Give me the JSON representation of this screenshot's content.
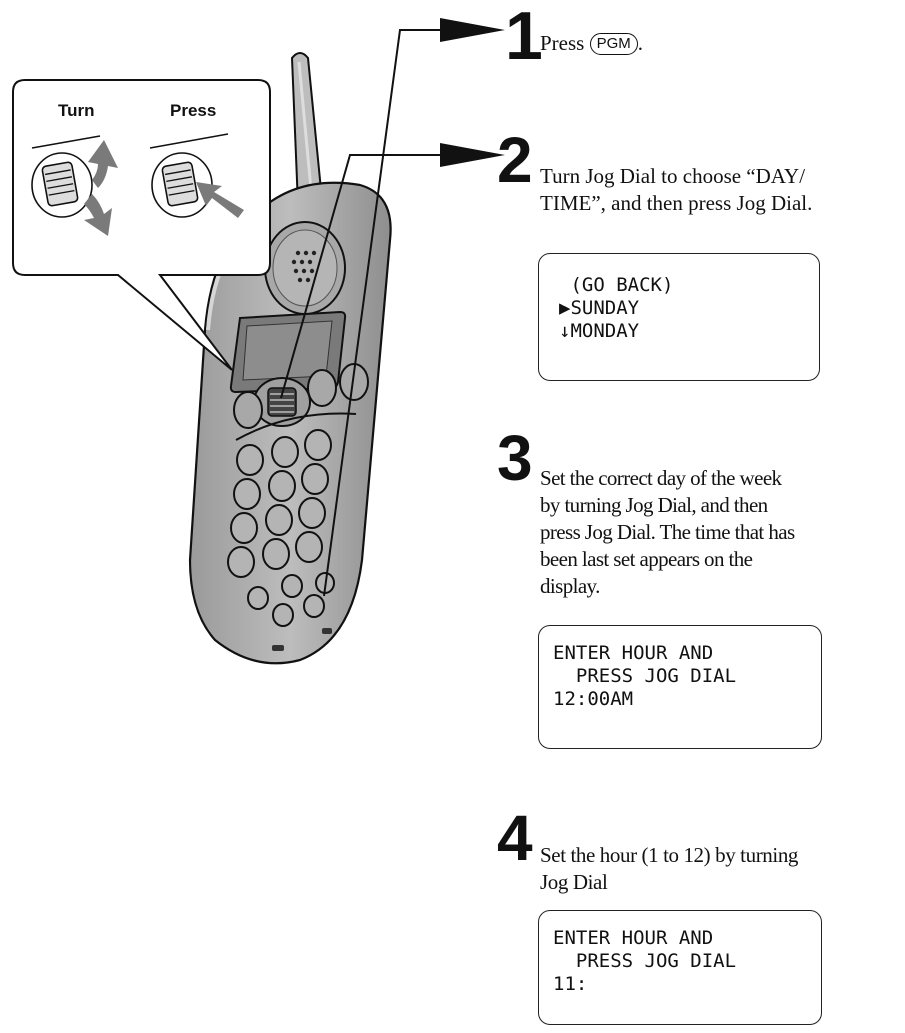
{
  "callout": {
    "turn_label": "Turn",
    "press_label": "Press"
  },
  "steps": [
    {
      "num": "1",
      "text_before": "Press ",
      "key": "PGM",
      "text_after": "."
    },
    {
      "num": "2",
      "lines": [
        "Turn Jog Dial to choose “DAY/",
        "TIME”, and then press Jog Dial."
      ]
    },
    {
      "num": "3",
      "lines": [
        "Set the correct day of the week",
        "by turning Jog Dial, and then",
        "press Jog Dial. The time that has",
        "been last set appears on the",
        "display."
      ]
    },
    {
      "num": "4",
      "lines": [
        "Set the hour (1 to 12) by turning",
        "Jog Dial"
      ]
    }
  ],
  "displays": [
    {
      "lines": [
        " (GO BACK)",
        "▶SUNDAY",
        "↓MONDAY"
      ]
    },
    {
      "lines": [
        "ENTER HOUR AND",
        "  PRESS JOG DIAL",
        "12:00AM"
      ]
    },
    {
      "lines": [
        "ENTER HOUR AND",
        "  PRESS JOG DIAL",
        "11:"
      ]
    }
  ]
}
